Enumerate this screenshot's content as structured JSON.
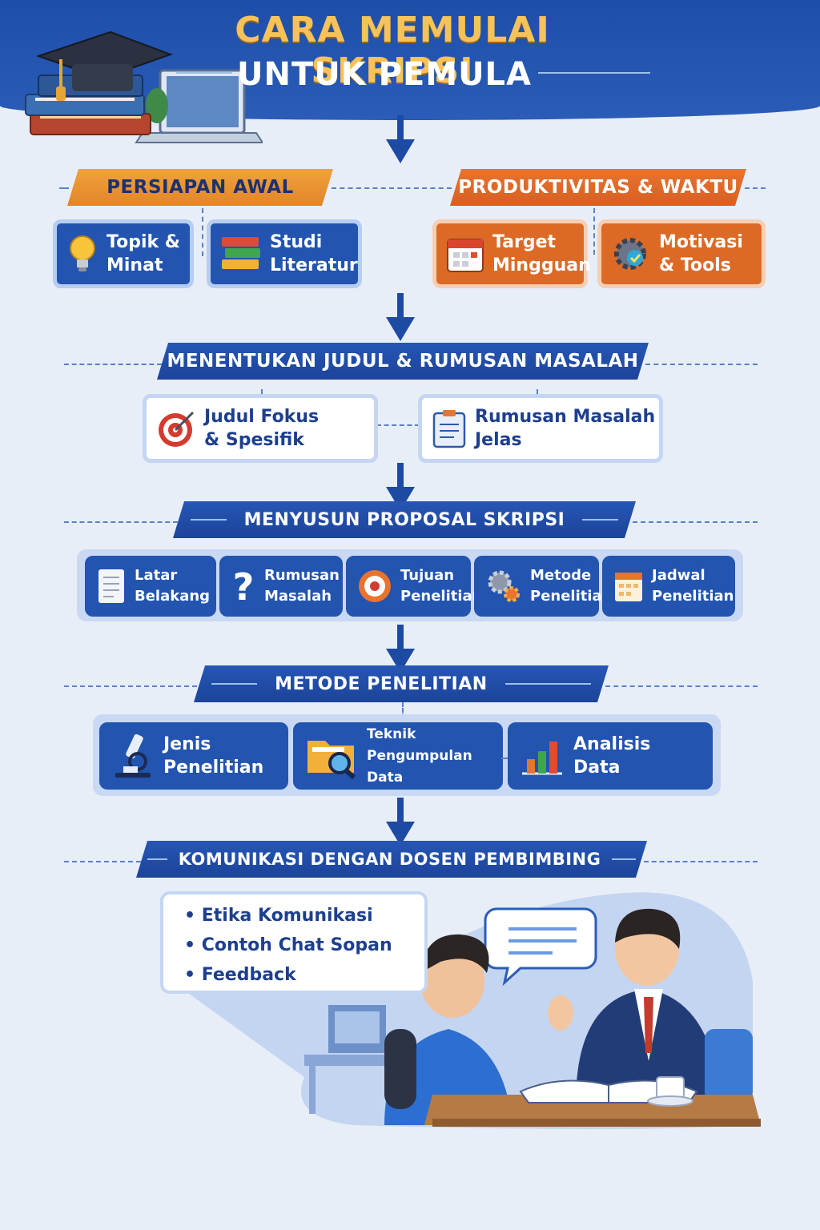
{
  "header": {
    "title_line1": "CARA MEMULAI SKRIPSI",
    "title_line2": "UNTUK PEMULA"
  },
  "sections": {
    "persiapan": {
      "title": "PERSIAPAN AWAL",
      "items": [
        {
          "label": "Topik &\nMinat",
          "icon": "lightbulb-icon"
        },
        {
          "label": "Studi\nLiteratur",
          "icon": "books-icon"
        }
      ]
    },
    "produktivitas": {
      "title": "PRODUKTIVITAS & WAKTU",
      "items": [
        {
          "label": "Target\nMingguan",
          "icon": "calendar-icon"
        },
        {
          "label": "Motivasi\n& Tools",
          "icon": "gear-check-icon"
        }
      ]
    },
    "judul": {
      "title": "MENENTUKAN JUDUL & RUMUSAN MASALAH",
      "items": [
        {
          "label": "Judul Fokus\n& Spesifik",
          "icon": "target-icon"
        },
        {
          "label": "Rumusan Masalah\nJelas",
          "icon": "clipboard-icon"
        }
      ]
    },
    "proposal": {
      "title": "MENYUSUN PROPOSAL SKRIPSI",
      "items": [
        {
          "label": "Latar\nBelakang",
          "icon": "document-icon"
        },
        {
          "label": "Rumusan\nMasalah",
          "icon": "question-icon"
        },
        {
          "label": "Tujuan\nPenelitian",
          "icon": "target-arrow-icon"
        },
        {
          "label": "Metode\nPenelitian",
          "icon": "gears-icon"
        },
        {
          "label": "Jadwal\nPenelitian",
          "icon": "calendar-icon"
        }
      ]
    },
    "metode": {
      "title": "METODE PENELITIAN",
      "items": [
        {
          "label": "Jenis\nPenelitian",
          "icon": "microscope-icon"
        },
        {
          "label": "Teknik\nPengumpulan Data",
          "icon": "folder-search-icon"
        },
        {
          "label": "Analisis\nData",
          "icon": "bar-chart-icon"
        }
      ]
    },
    "komunikasi": {
      "title": "KOMUNIKASI DENGAN DOSEN PEMBIMBING",
      "bullets": [
        "Etika Komunikasi",
        "Contoh Chat Sopan",
        "Feedback"
      ]
    }
  },
  "colors": {
    "navy": "#1e4ea8",
    "orange": "#e2852a",
    "deep_orange": "#d75f22",
    "gold_title": "#f6c259",
    "background": "#e8eef8"
  }
}
